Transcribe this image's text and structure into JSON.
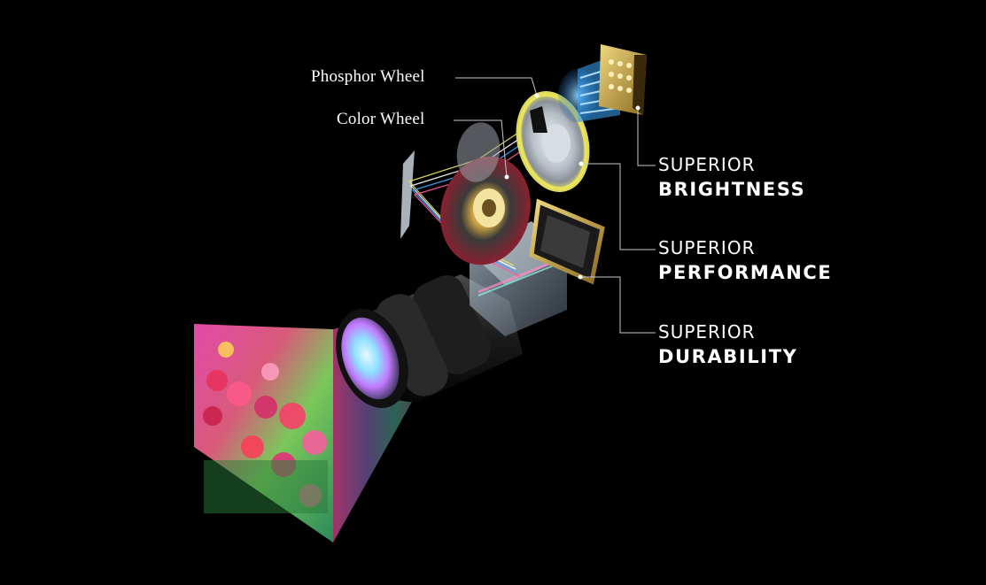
{
  "labels": {
    "phosphor_wheel": "Phosphor Wheel",
    "color_wheel": "Color  Wheel"
  },
  "features": [
    {
      "line1": "SUPERIOR",
      "line2": "BRIGHTNESS"
    },
    {
      "line1": "SUPERIOR",
      "line2": "PERFORMANCE"
    },
    {
      "line1": "SUPERIOR",
      "line2": "DURABILITY"
    }
  ],
  "colors": {
    "background": "#000000",
    "text": "#ffffff",
    "leader_line": "#c8c8c8",
    "accent_gold": "#d8c25a",
    "laser_blue": "#3aa8ff",
    "phosphor_yellow": "#e8e35a"
  }
}
